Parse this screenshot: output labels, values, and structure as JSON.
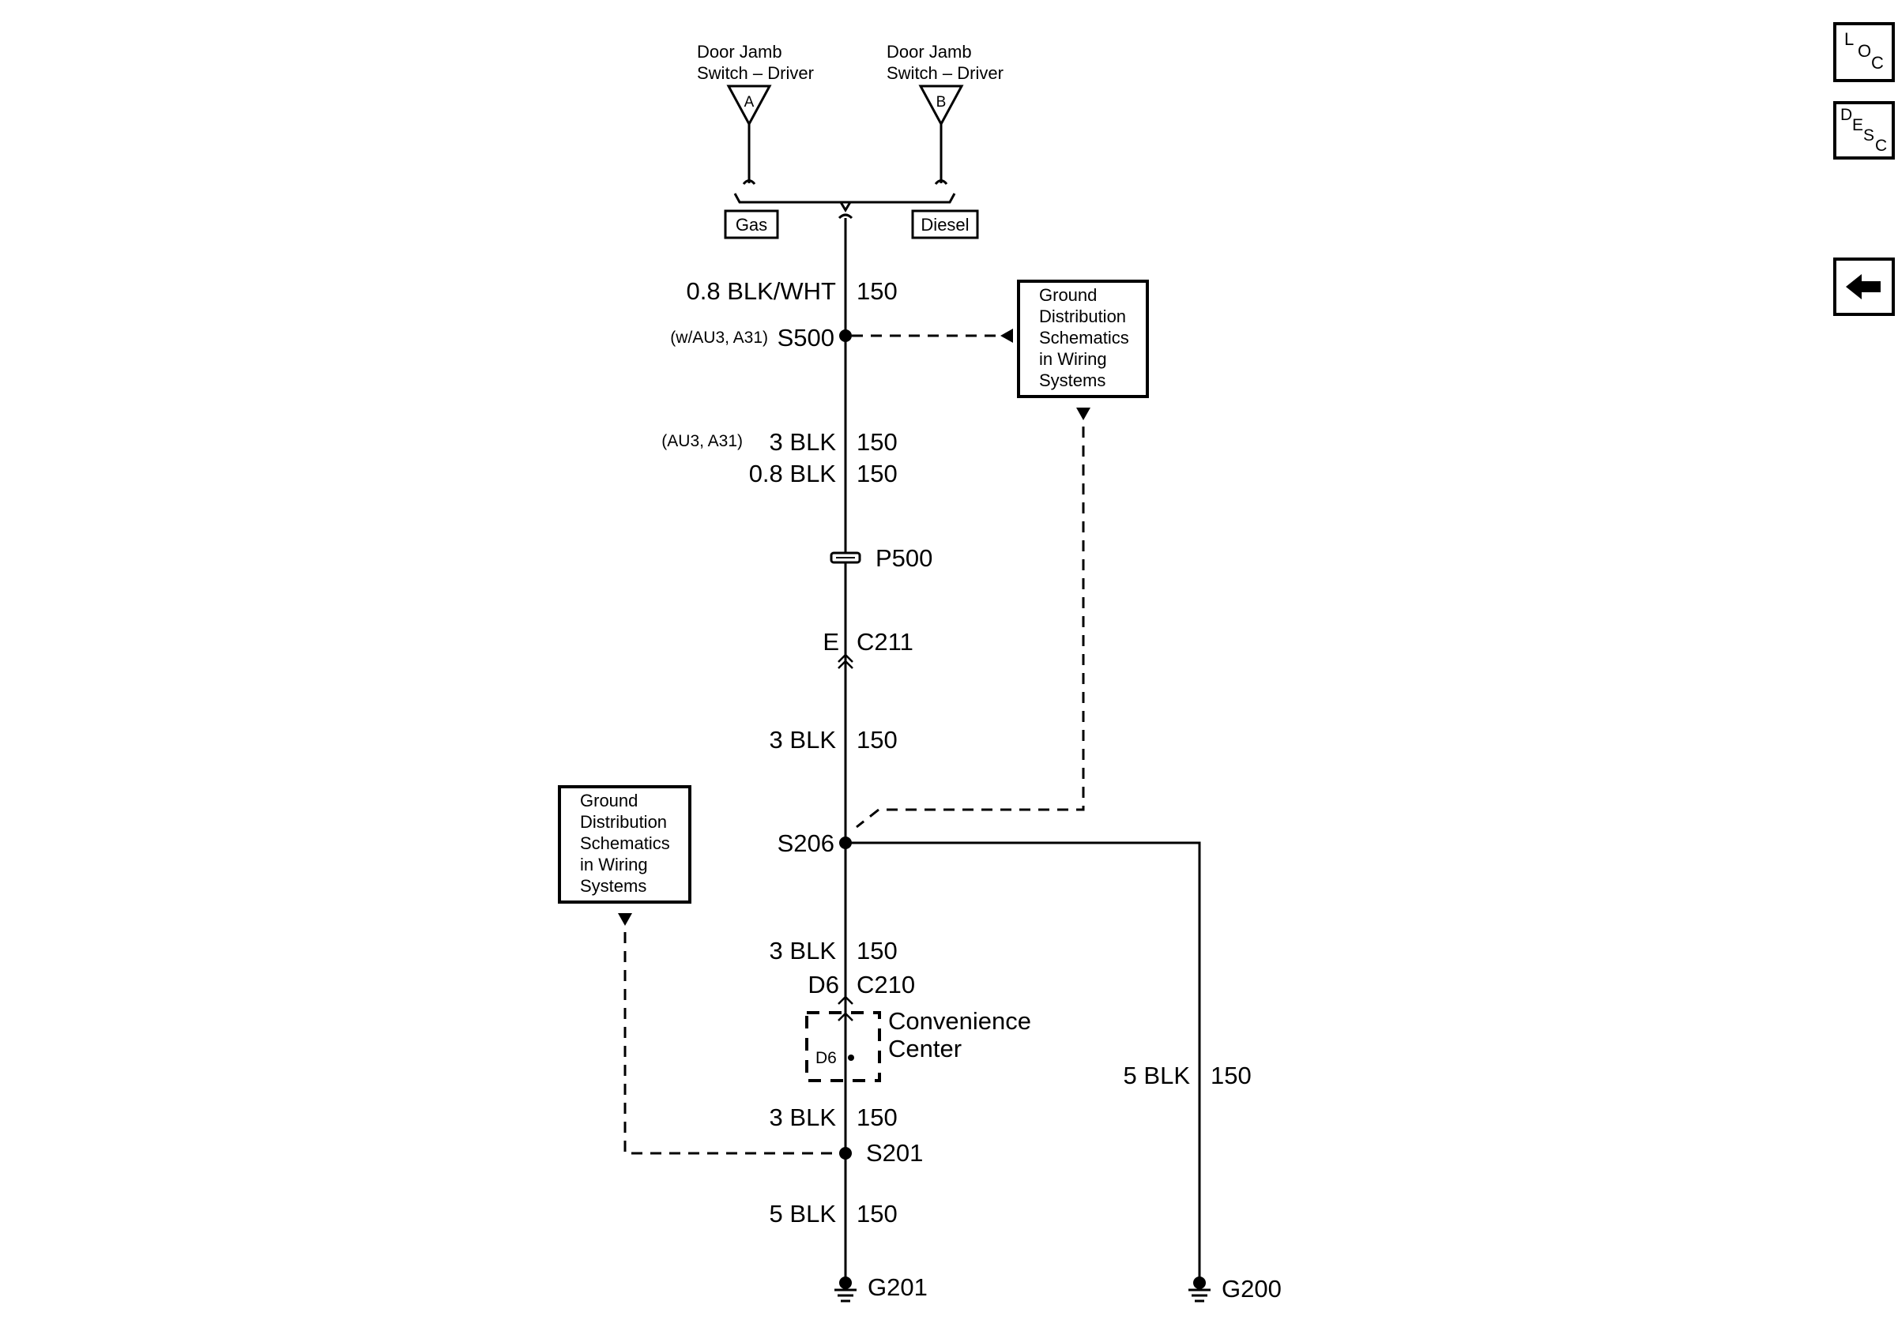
{
  "switches": [
    {
      "line1": "Door Jamb",
      "line2": "Switch – Driver",
      "pin": "A"
    },
    {
      "line1": "Door Jamb",
      "line2": "Switch – Driver",
      "pin": "B"
    }
  ],
  "options": {
    "left": "Gas",
    "right": "Diesel"
  },
  "wires": {
    "w1_size": "0.8 BLK/WHT",
    "w1_circ": "150",
    "w2_size": "3 BLK",
    "w2_circ": "150",
    "w3_size": "0.8 BLK",
    "w3_circ": "150",
    "w4_size": "3 BLK",
    "w4_circ": "150",
    "w5_size": "3 BLK",
    "w5_circ": "150",
    "w6_size": "3 BLK",
    "w6_circ": "150",
    "w7_size": "5 BLK",
    "w7_circ": "150",
    "w8_size": "5 BLK",
    "w8_circ": "150"
  },
  "splices": {
    "s500_qual": "(w/AU3, A31)",
    "s500": "S500",
    "s206": "S206",
    "s201": "S201"
  },
  "qual_au3": "(AU3, A31)",
  "connectors": {
    "p500": "P500",
    "c211_pin": "E",
    "c211": "C211",
    "c210_pin": "D6",
    "c210": "C210",
    "inner_pin": "D6"
  },
  "component": {
    "line1": "Convenience",
    "line2": "Center"
  },
  "grounds": {
    "g201": "G201",
    "g200": "G200"
  },
  "ref_box": {
    "lines": [
      "Ground",
      "Distribution",
      "Schematics",
      "in Wiring",
      "Systems"
    ]
  },
  "nav": {
    "loc": [
      "L",
      "O",
      "C"
    ],
    "desc": [
      "D",
      "E",
      "S",
      "C"
    ],
    "back_icon": "left-arrow-icon"
  }
}
